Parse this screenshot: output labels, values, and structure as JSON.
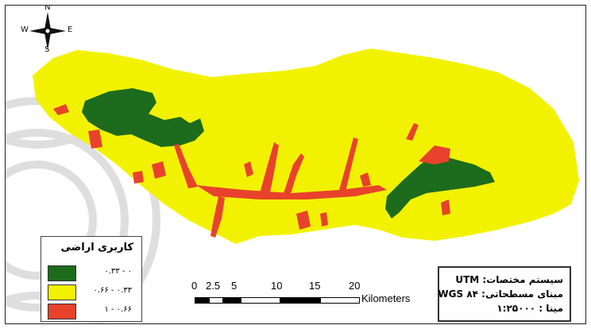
{
  "north_arrow": {
    "n": "N",
    "s": "S",
    "e": "E",
    "w": "W",
    "icon": "compass-rose-icon"
  },
  "legend": {
    "title": "کاربری اراضی",
    "items": [
      {
        "label": "۰ - ۰.۳۳",
        "color": "#1d6b1d"
      },
      {
        "label": "۰.۳۳ - ۰.۶۶",
        "color": "#f2f200"
      },
      {
        "label": "۰.۶۶ - ۱",
        "color": "#e8422c"
      }
    ]
  },
  "scale_bar": {
    "ticks": [
      "0",
      "2.5",
      "5",
      "10",
      "15",
      "20"
    ],
    "unit": "Kilometers"
  },
  "info_box": {
    "coord_system": "سیستم مختصات: UTM",
    "datum": "مبنای مسطحاتی: WGS ۸۴",
    "scale": "مینا : ۱:۲۵۰۰۰"
  },
  "colors": {
    "land_low": "#1d6b1d",
    "land_mid": "#f2f200",
    "land_high": "#e8422c",
    "watermark": "#d0d0d0"
  }
}
